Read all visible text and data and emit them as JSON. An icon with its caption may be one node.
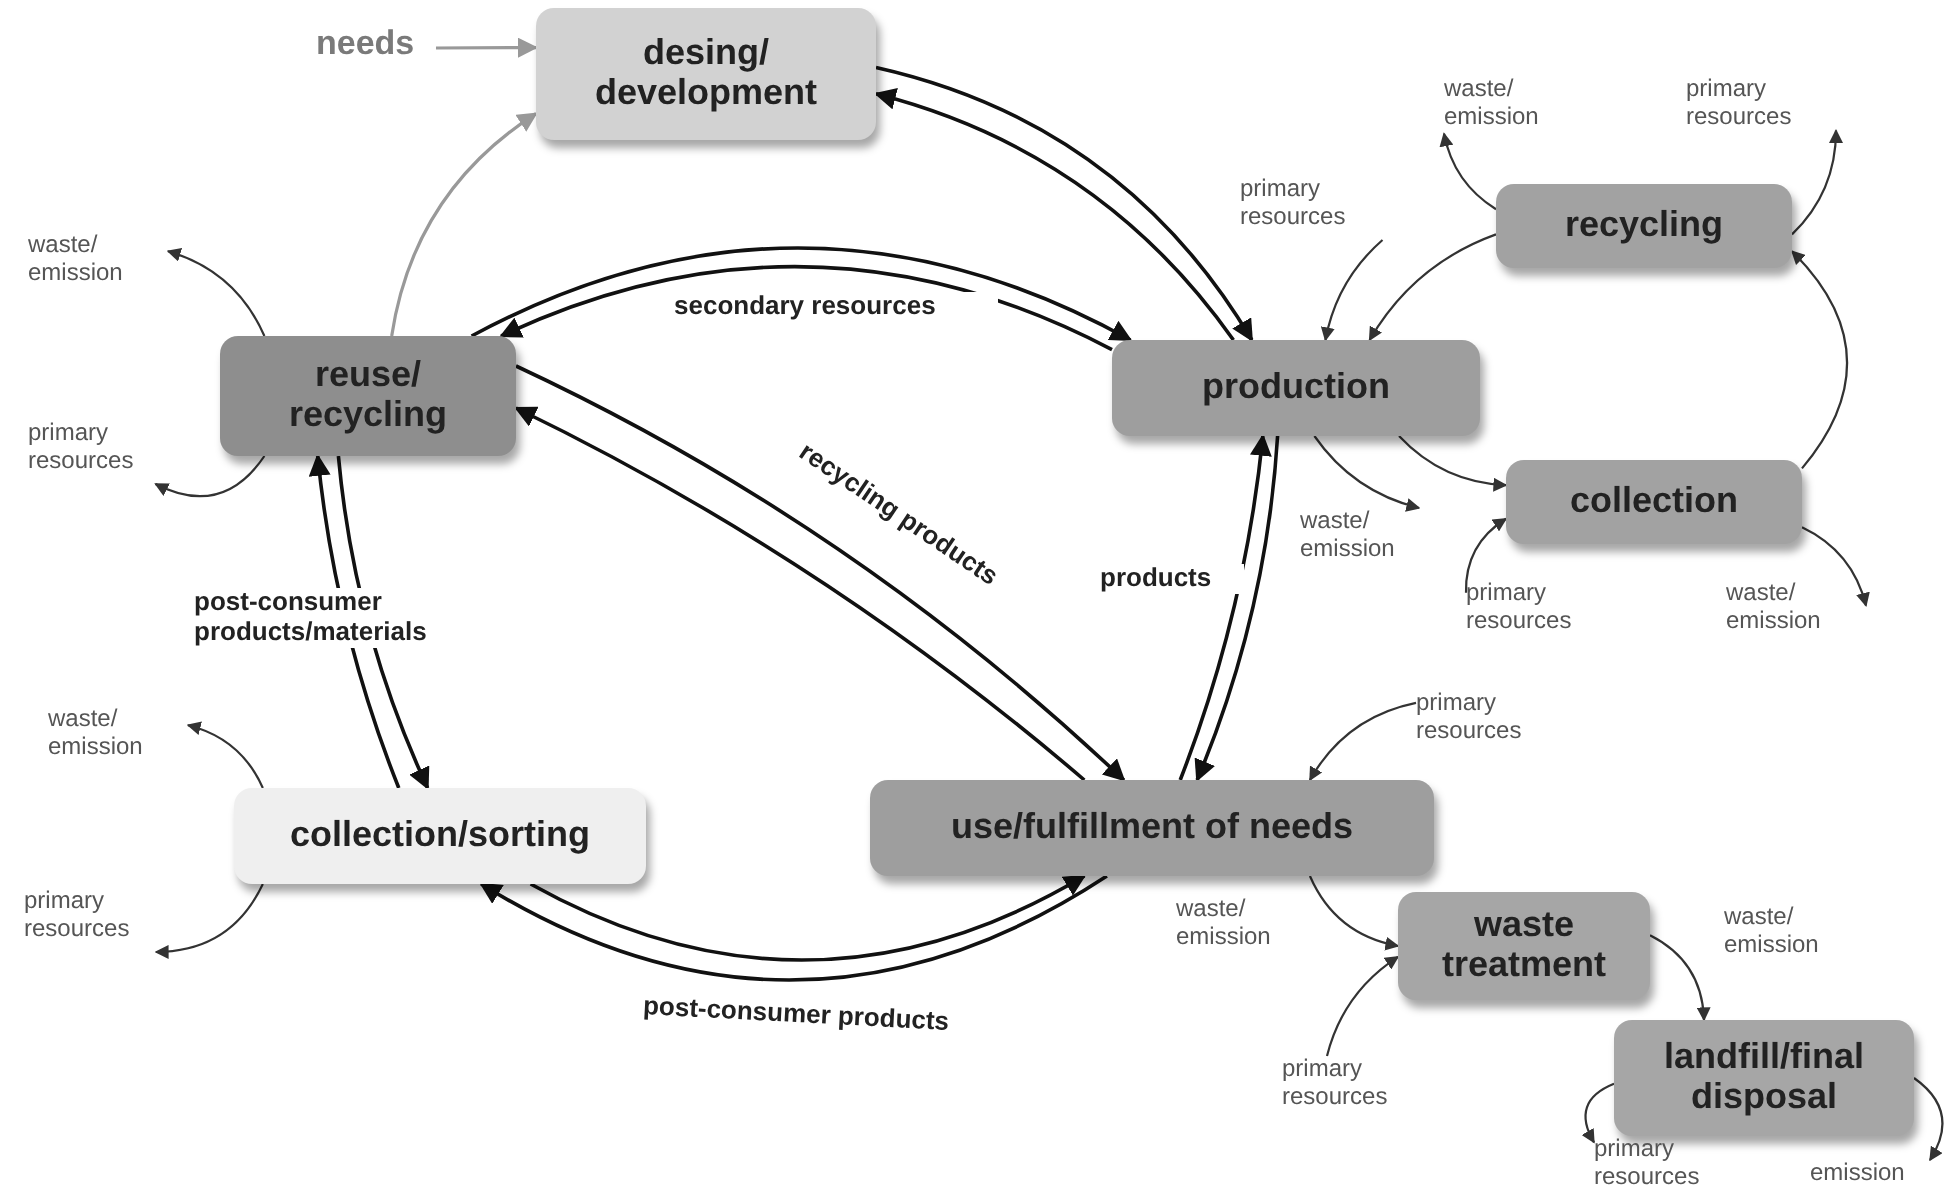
{
  "diagram": {
    "nodes": [
      {
        "text": [
          "desing/ development"
        ]
      },
      {
        "text": [
          "reuse/ recycling"
        ]
      },
      {
        "text": [
          "production"
        ]
      },
      {
        "text": [
          "recycling"
        ]
      },
      {
        "text": [
          "collection"
        ]
      },
      {
        "text": [
          "collection/sorting"
        ]
      },
      {
        "text": [
          "use/fulfillment of needs"
        ]
      },
      {
        "text": [
          "waste treatment"
        ]
      },
      {
        "text": [
          "landfill/final disposal"
        ]
      },
      {
        "text": [
          "needs"
        ]
      },
      {
        "text": [
          "waste/ emission"
        ]
      },
      {
        "text": [
          "primary resources"
        ]
      },
      {
        "text": [
          "waste/ emission"
        ]
      },
      {
        "text": [
          "primary resources"
        ]
      },
      {
        "text": [
          "primary resources"
        ]
      },
      {
        "text": [
          "waste/ emission"
        ]
      },
      {
        "text": [
          "primary resources"
        ]
      },
      {
        "text": [
          "waste/ emission"
        ]
      },
      {
        "text": [
          "waste/ emission"
        ]
      },
      {
        "text": [
          "primary resources"
        ]
      },
      {
        "text": [
          "primary resources"
        ]
      },
      {
        "text": [
          "primary resources"
        ]
      },
      {
        "text": [
          "primary resources"
        ]
      },
      {
        "text": [
          "emission"
        ]
      }
    ],
    "edges": [
      {
        "from": 9,
        "to": 0,
        "arrow": "to",
        "color": "#999999"
      },
      {
        "from": 1,
        "to": 0,
        "arrow": "to",
        "color": "#999999"
      },
      {
        "from": 0,
        "to": 2,
        "arrow": "to"
      },
      {
        "from": 2,
        "to": 0,
        "arrow": "to"
      },
      {
        "from": 1,
        "to": 2,
        "arrow": "to"
      },
      {
        "from": 2,
        "to": 1,
        "arrow": "to",
        "label": "secondary resources"
      },
      {
        "from": 1,
        "to": 6,
        "arrow": "to",
        "label": "recycling products"
      },
      {
        "from": 6,
        "to": 1,
        "arrow": "to"
      },
      {
        "from": 2,
        "to": 6,
        "arrow": "to",
        "label": "products"
      },
      {
        "from": 6,
        "to": 2,
        "arrow": "to"
      },
      {
        "from": 1,
        "to": 5,
        "arrow": "to",
        "label": "post-consumer products/materials"
      },
      {
        "from": 5,
        "to": 1,
        "arrow": "to"
      },
      {
        "from": 6,
        "to": 5,
        "arrow": "to",
        "label": "post-consumer products"
      },
      {
        "from": 5,
        "to": 6,
        "arrow": "to"
      },
      {
        "from": 1,
        "to": 10,
        "arrow": "to"
      },
      {
        "from": 1,
        "to": 11,
        "arrow": "to"
      },
      {
        "from": 3,
        "to": 12,
        "arrow": "to"
      },
      {
        "from": 3,
        "to": 13,
        "arrow": "to"
      },
      {
        "from": 14,
        "to": 2,
        "arrow": "to"
      },
      {
        "from": 3,
        "to": 2,
        "arrow": "to"
      },
      {
        "from": 4,
        "to": 3,
        "arrow": "to"
      },
      {
        "from": 2,
        "to": 15,
        "arrow": "to"
      },
      {
        "from": 2,
        "to": 4,
        "arrow": "to"
      },
      {
        "from": 16,
        "to": 4,
        "arrow": "to"
      },
      {
        "from": 4,
        "to": 17,
        "arrow": "to"
      },
      {
        "from": 5,
        "to": 18,
        "arrow": "to"
      },
      {
        "from": 5,
        "to": 19,
        "arrow": "to"
      },
      {
        "from": 20,
        "to": 6,
        "arrow": "to"
      },
      {
        "from": 6,
        "to": 7,
        "arrow": "to",
        "label": "waste/ emission"
      },
      {
        "from": 21,
        "to": 7,
        "arrow": "to"
      },
      {
        "from": 7,
        "to": 8,
        "arrow": "to",
        "label": "waste/ emission"
      },
      {
        "from": 8,
        "to": 22,
        "arrow": "to"
      },
      {
        "from": 8,
        "to": 23,
        "arrow": "to"
      }
    ]
  }
}
